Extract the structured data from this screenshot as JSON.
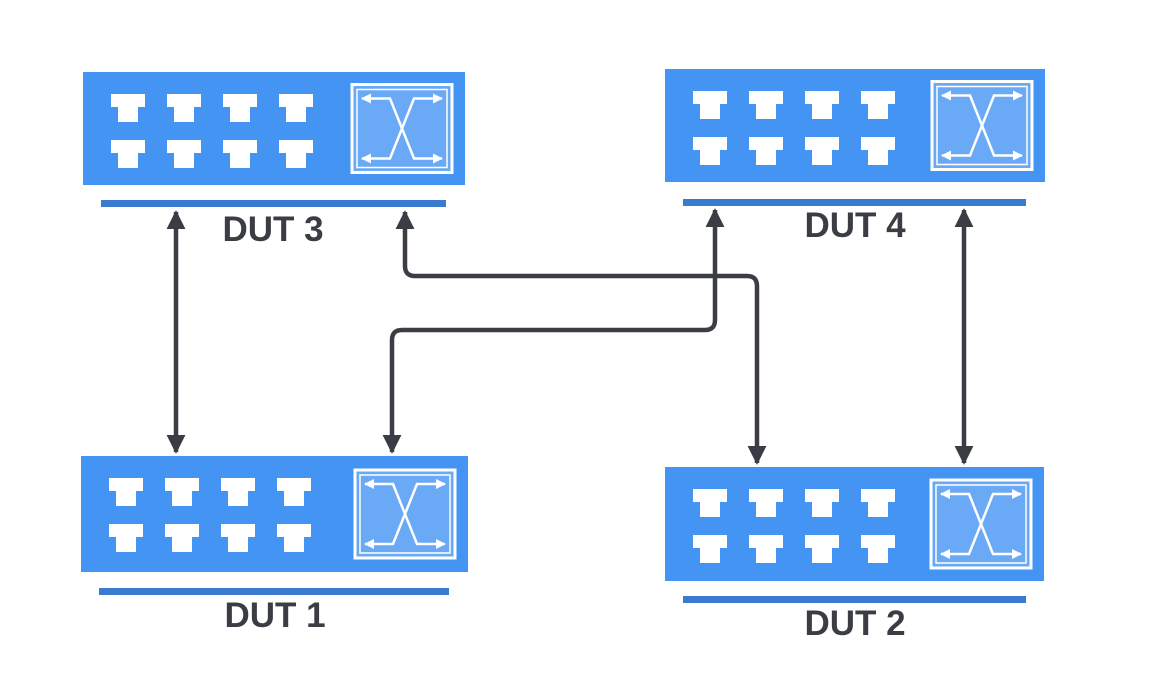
{
  "devices": [
    {
      "id": "dut3",
      "label": "DUT 3"
    },
    {
      "id": "dut4",
      "label": "DUT 4"
    },
    {
      "id": "dut1",
      "label": "DUT 1"
    },
    {
      "id": "dut2",
      "label": "DUT 2"
    }
  ],
  "links": [
    {
      "from": "dut3",
      "to": "dut1"
    },
    {
      "from": "dut3",
      "to": "dut2"
    },
    {
      "from": "dut4",
      "to": "dut1"
    },
    {
      "from": "dut4",
      "to": "dut2"
    }
  ],
  "colors": {
    "switch_body": "#4495f3",
    "switch_panel": "#6aa9f5",
    "base_bar": "#3a7bd0",
    "port": "#ffffff",
    "connector": "#3a3d44",
    "label": "#3a3d44"
  },
  "icons": [
    "network-switch-icon",
    "crossover-arrows-icon",
    "ethernet-port-icon"
  ]
}
